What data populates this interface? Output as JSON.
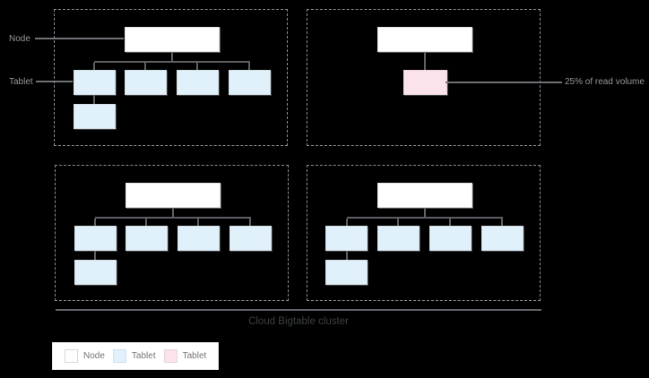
{
  "annotations": {
    "node_label": "Node",
    "tablet_label": "Tablet",
    "read_volume_label": "25% of read volume"
  },
  "cluster": {
    "label": "Cloud Bigtable cluster"
  },
  "legend": {
    "items": [
      {
        "label": "Node",
        "color": "#ffffff"
      },
      {
        "label": "Tablet",
        "color": "#e1f1fb"
      },
      {
        "label": "Tablet",
        "color": "#fbe3ec"
      }
    ]
  },
  "diagram": {
    "node_groups": [
      {
        "position": "top-left",
        "tablet_count": 5,
        "tablet_color": "#e1f1fb",
        "layout": "4 tablets in a row, 1 child tablet under the first"
      },
      {
        "position": "top-right",
        "tablet_count": 1,
        "tablet_color": "#fbe3ec",
        "note": "25% of read volume"
      },
      {
        "position": "bottom-left",
        "tablet_count": 5,
        "tablet_color": "#e1f1fb",
        "layout": "4 tablets in a row, 1 child tablet under the first"
      },
      {
        "position": "bottom-right",
        "tablet_count": 5,
        "tablet_color": "#e1f1fb",
        "layout": "4 tablets in a row, 1 child tablet under the first"
      }
    ]
  },
  "colors": {
    "background": "#000000",
    "dashed_border": "#8b8f93",
    "node_fill": "#ffffff",
    "node_border": "#e0e3e5",
    "tablet_fill": "#e1f1fb",
    "tablet_border": "#d5dde3",
    "pink_fill": "#fbe3ec",
    "pink_border": "#ecd6de",
    "connector": "#5c6064",
    "leader": "#6e7276",
    "annotation_text": "#94989c",
    "cluster_line": "#5f6368",
    "cluster_text": "#3c4043",
    "legend_border": "#e4e4e4",
    "legend_text": "#757575"
  }
}
